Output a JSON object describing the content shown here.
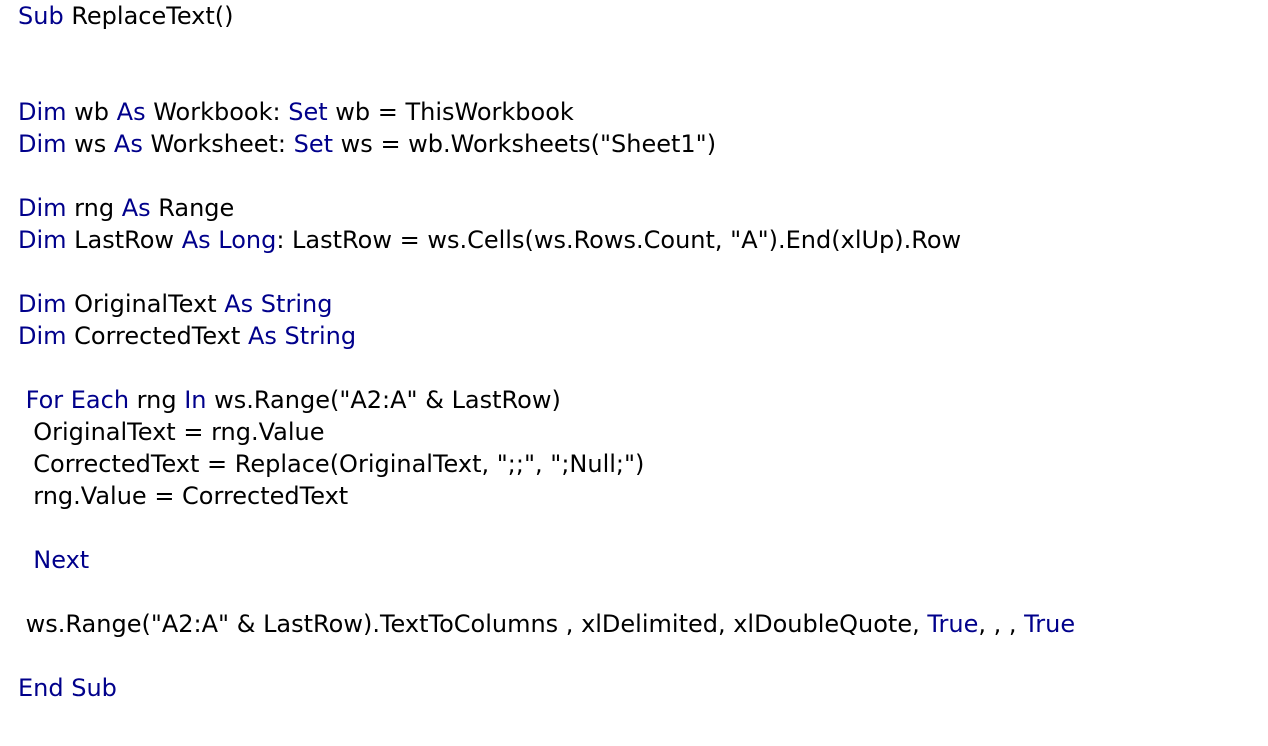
{
  "colors": {
    "keyword": "#00008b",
    "text": "#000000",
    "background": "#ffffff"
  },
  "code_lines": [
    [
      {
        "t": "Sub",
        "k": true
      },
      {
        "t": " ReplaceText()",
        "k": false
      }
    ],
    [],
    [],
    [
      {
        "t": "Dim",
        "k": true
      },
      {
        "t": " wb ",
        "k": false
      },
      {
        "t": "As",
        "k": true
      },
      {
        "t": " Workbook: ",
        "k": false
      },
      {
        "t": "Set",
        "k": true
      },
      {
        "t": " wb = ThisWorkbook",
        "k": false
      }
    ],
    [
      {
        "t": "Dim",
        "k": true
      },
      {
        "t": " ws ",
        "k": false
      },
      {
        "t": "As",
        "k": true
      },
      {
        "t": " Worksheet: ",
        "k": false
      },
      {
        "t": "Set",
        "k": true
      },
      {
        "t": " ws = wb.Worksheets(\"Sheet1\")",
        "k": false
      }
    ],
    [],
    [
      {
        "t": "Dim",
        "k": true
      },
      {
        "t": " rng ",
        "k": false
      },
      {
        "t": "As",
        "k": true
      },
      {
        "t": " Range",
        "k": false
      }
    ],
    [
      {
        "t": "Dim",
        "k": true
      },
      {
        "t": " LastRow ",
        "k": false
      },
      {
        "t": "As Long",
        "k": true
      },
      {
        "t": ": LastRow = ws.Cells(ws.Rows.Count, \"A\").End(xlUp).Row",
        "k": false
      }
    ],
    [],
    [
      {
        "t": "Dim",
        "k": true
      },
      {
        "t": " OriginalText ",
        "k": false
      },
      {
        "t": "As String",
        "k": true
      }
    ],
    [
      {
        "t": "Dim",
        "k": true
      },
      {
        "t": " CorrectedText ",
        "k": false
      },
      {
        "t": "As String",
        "k": true
      }
    ],
    [],
    [
      {
        "t": " ",
        "k": false
      },
      {
        "t": "For Each",
        "k": true
      },
      {
        "t": " rng ",
        "k": false
      },
      {
        "t": "In",
        "k": true
      },
      {
        "t": " ws.Range(\"A2:A\" & LastRow)",
        "k": false
      }
    ],
    [
      {
        "t": "  OriginalText = rng.Value",
        "k": false
      }
    ],
    [
      {
        "t": "  CorrectedText = Replace(OriginalText, \";;\", \";Null;\")",
        "k": false
      }
    ],
    [
      {
        "t": "  rng.Value = CorrectedText",
        "k": false
      }
    ],
    [],
    [
      {
        "t": "  ",
        "k": false
      },
      {
        "t": "Next",
        "k": true
      }
    ],
    [],
    [
      {
        "t": " ws.Range(\"A2:A\" & LastRow).TextToColumns , xlDelimited, xlDoubleQuote, ",
        "k": false
      },
      {
        "t": "True",
        "k": true
      },
      {
        "t": ", , , ",
        "k": false
      },
      {
        "t": "True",
        "k": true
      }
    ],
    [],
    [
      {
        "t": "End Sub",
        "k": true
      }
    ]
  ]
}
